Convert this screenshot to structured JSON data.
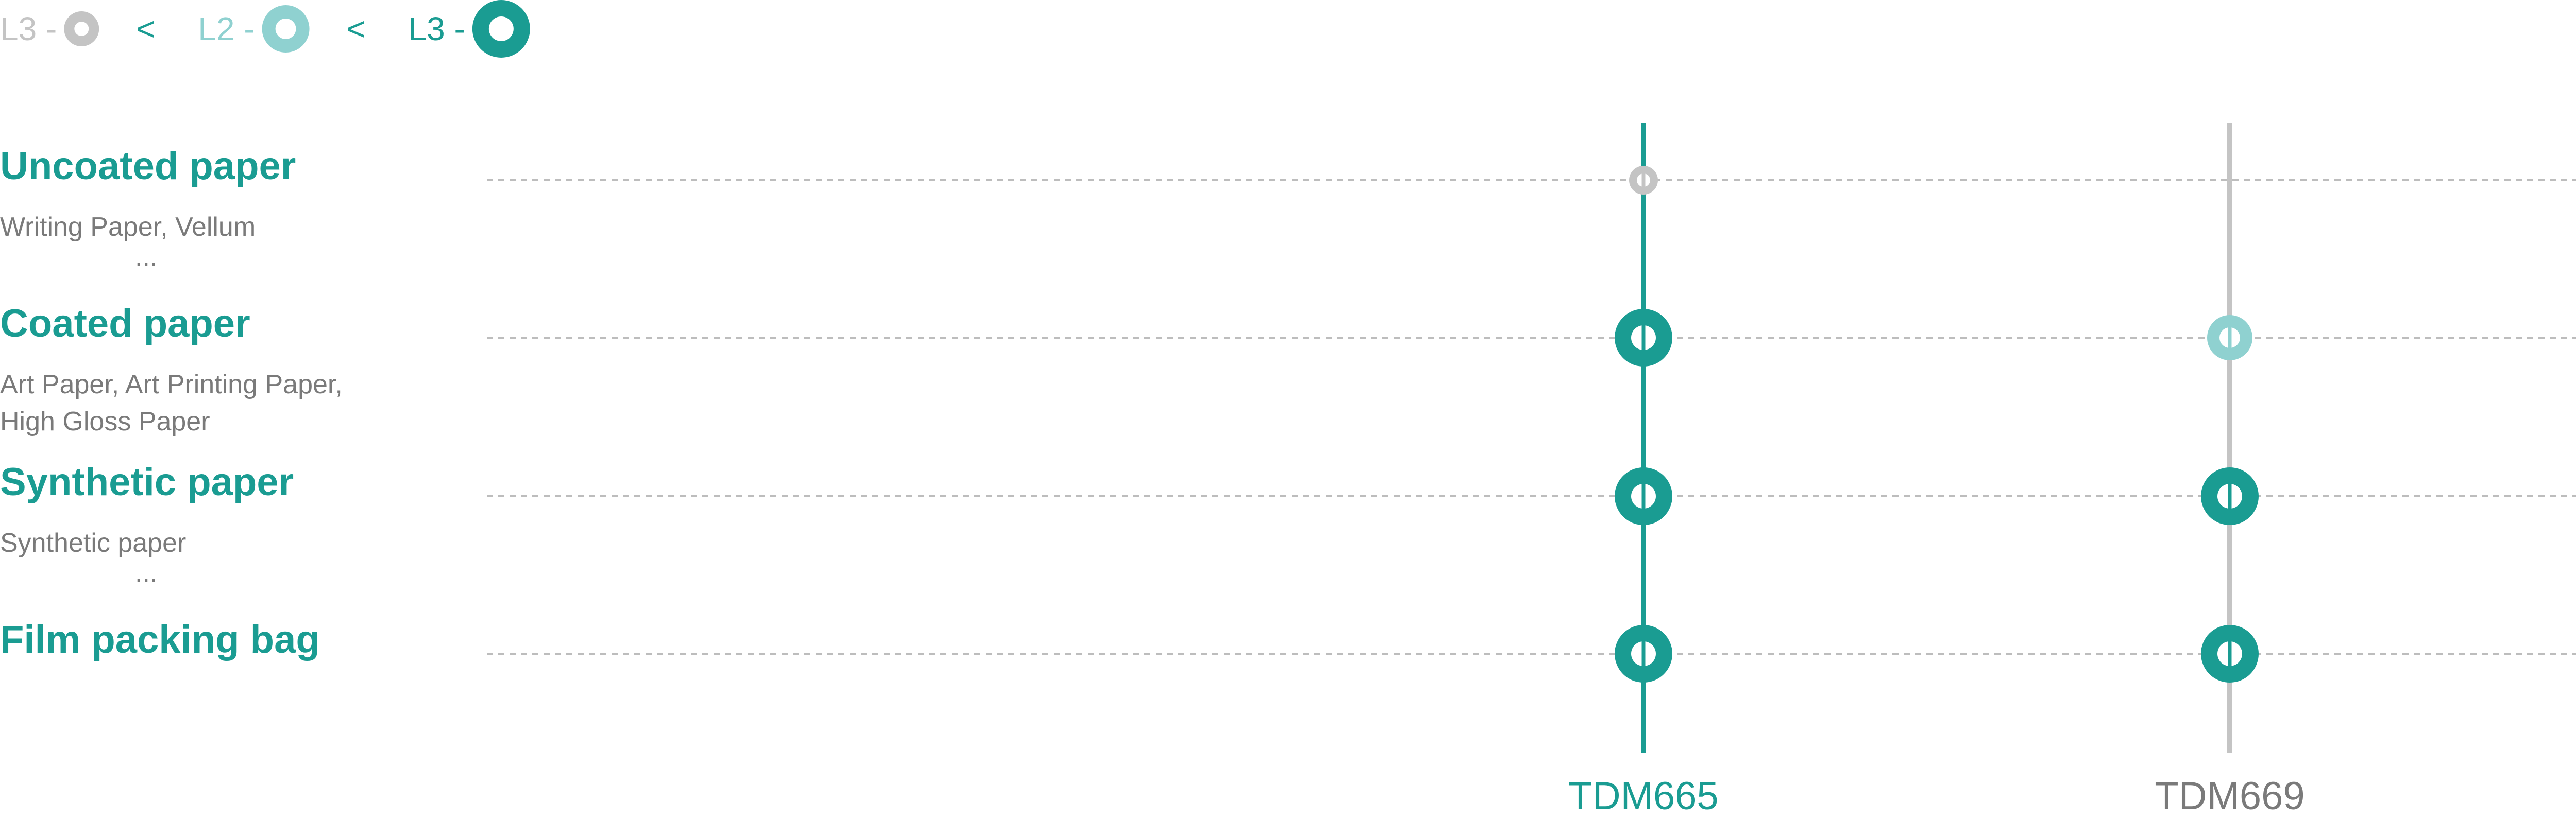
{
  "colors": {
    "teal": "#1a9c92",
    "light_teal": "#8fd1d0",
    "gray": "#c4c4c4",
    "text_gray": "#7a7a7a",
    "dash": "#bdbdbd"
  },
  "legend": [
    {
      "label": "L3 -",
      "level": "low",
      "color": "#c4c4c4",
      "text_color": "#c4c4c4"
    },
    {
      "separator": "<"
    },
    {
      "label": "L2 -",
      "level": "mid",
      "color": "#8fd1d0",
      "text_color": "#8fd1d0"
    },
    {
      "separator": "<"
    },
    {
      "label": "L3 -",
      "level": "high",
      "color": "#1a9c92",
      "text_color": "#1a9c92"
    }
  ],
  "categories": [
    {
      "title": "Uncoated paper",
      "subtitle": [
        "Writing Paper, Vellum",
        "..."
      ]
    },
    {
      "title": "Coated paper",
      "subtitle": [
        "Art Paper, Art Printing Paper,",
        "High Gloss Paper"
      ]
    },
    {
      "title": "Synthetic paper",
      "subtitle": [
        "Synthetic paper",
        "..."
      ]
    },
    {
      "title": "Film packing bag",
      "subtitle": []
    }
  ],
  "products": [
    {
      "name": "TDM665",
      "line_color": "#1a9c92",
      "label_color": "#1a9c92",
      "levels": [
        "low",
        "high",
        "high",
        "high"
      ]
    },
    {
      "name": "TDM669",
      "line_color": "#c4c4c4",
      "label_color": "#7a7a7a",
      "levels": [
        null,
        "mid",
        "high",
        "high"
      ]
    }
  ]
}
